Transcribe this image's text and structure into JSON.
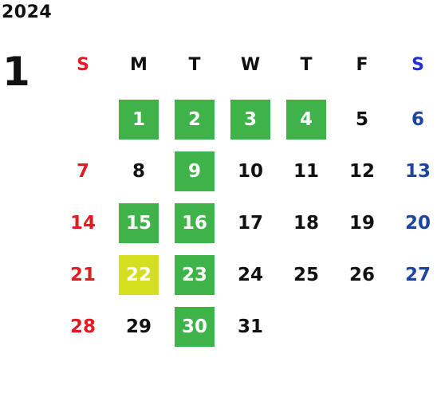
{
  "year": "2024",
  "month": "1",
  "weekdays": [
    "S",
    "M",
    "T",
    "W",
    "T",
    "F",
    "S"
  ],
  "days": [
    {
      "label": "",
      "hl": ""
    },
    {
      "label": "1",
      "hl": "green"
    },
    {
      "label": "2",
      "hl": "green"
    },
    {
      "label": "3",
      "hl": "green"
    },
    {
      "label": "4",
      "hl": "green"
    },
    {
      "label": "5",
      "hl": ""
    },
    {
      "label": "6",
      "hl": ""
    },
    {
      "label": "7",
      "hl": ""
    },
    {
      "label": "8",
      "hl": ""
    },
    {
      "label": "9",
      "hl": "green"
    },
    {
      "label": "10",
      "hl": ""
    },
    {
      "label": "11",
      "hl": ""
    },
    {
      "label": "12",
      "hl": ""
    },
    {
      "label": "13",
      "hl": ""
    },
    {
      "label": "14",
      "hl": ""
    },
    {
      "label": "15",
      "hl": "green"
    },
    {
      "label": "16",
      "hl": "green"
    },
    {
      "label": "17",
      "hl": ""
    },
    {
      "label": "18",
      "hl": ""
    },
    {
      "label": "19",
      "hl": ""
    },
    {
      "label": "20",
      "hl": ""
    },
    {
      "label": "21",
      "hl": ""
    },
    {
      "label": "22",
      "hl": "yellow"
    },
    {
      "label": "23",
      "hl": "green"
    },
    {
      "label": "24",
      "hl": ""
    },
    {
      "label": "25",
      "hl": ""
    },
    {
      "label": "26",
      "hl": ""
    },
    {
      "label": "27",
      "hl": ""
    },
    {
      "label": "28",
      "hl": ""
    },
    {
      "label": "29",
      "hl": ""
    },
    {
      "label": "30",
      "hl": "green"
    },
    {
      "label": "31",
      "hl": ""
    }
  ],
  "colors": {
    "sunday": "#e21b23",
    "saturday": "#1c45a0",
    "highlight_green": "#3db34a",
    "highlight_yellow": "#d3df1f"
  }
}
